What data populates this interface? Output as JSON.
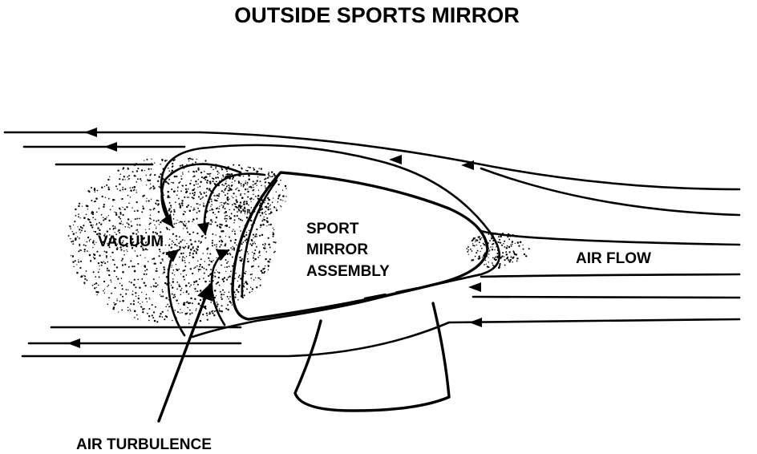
{
  "title": "OUTSIDE SPORTS MIRROR",
  "labels": {
    "vacuum": "VACUUM",
    "sport": "SPORT",
    "mirror": "MIRROR",
    "assembly": "ASSEMBLY",
    "air_flow": "AIR FLOW",
    "air_turbulence": "AIR TURBULENCE"
  },
  "colors": {
    "ink": "#000000",
    "background": "#ffffff"
  }
}
